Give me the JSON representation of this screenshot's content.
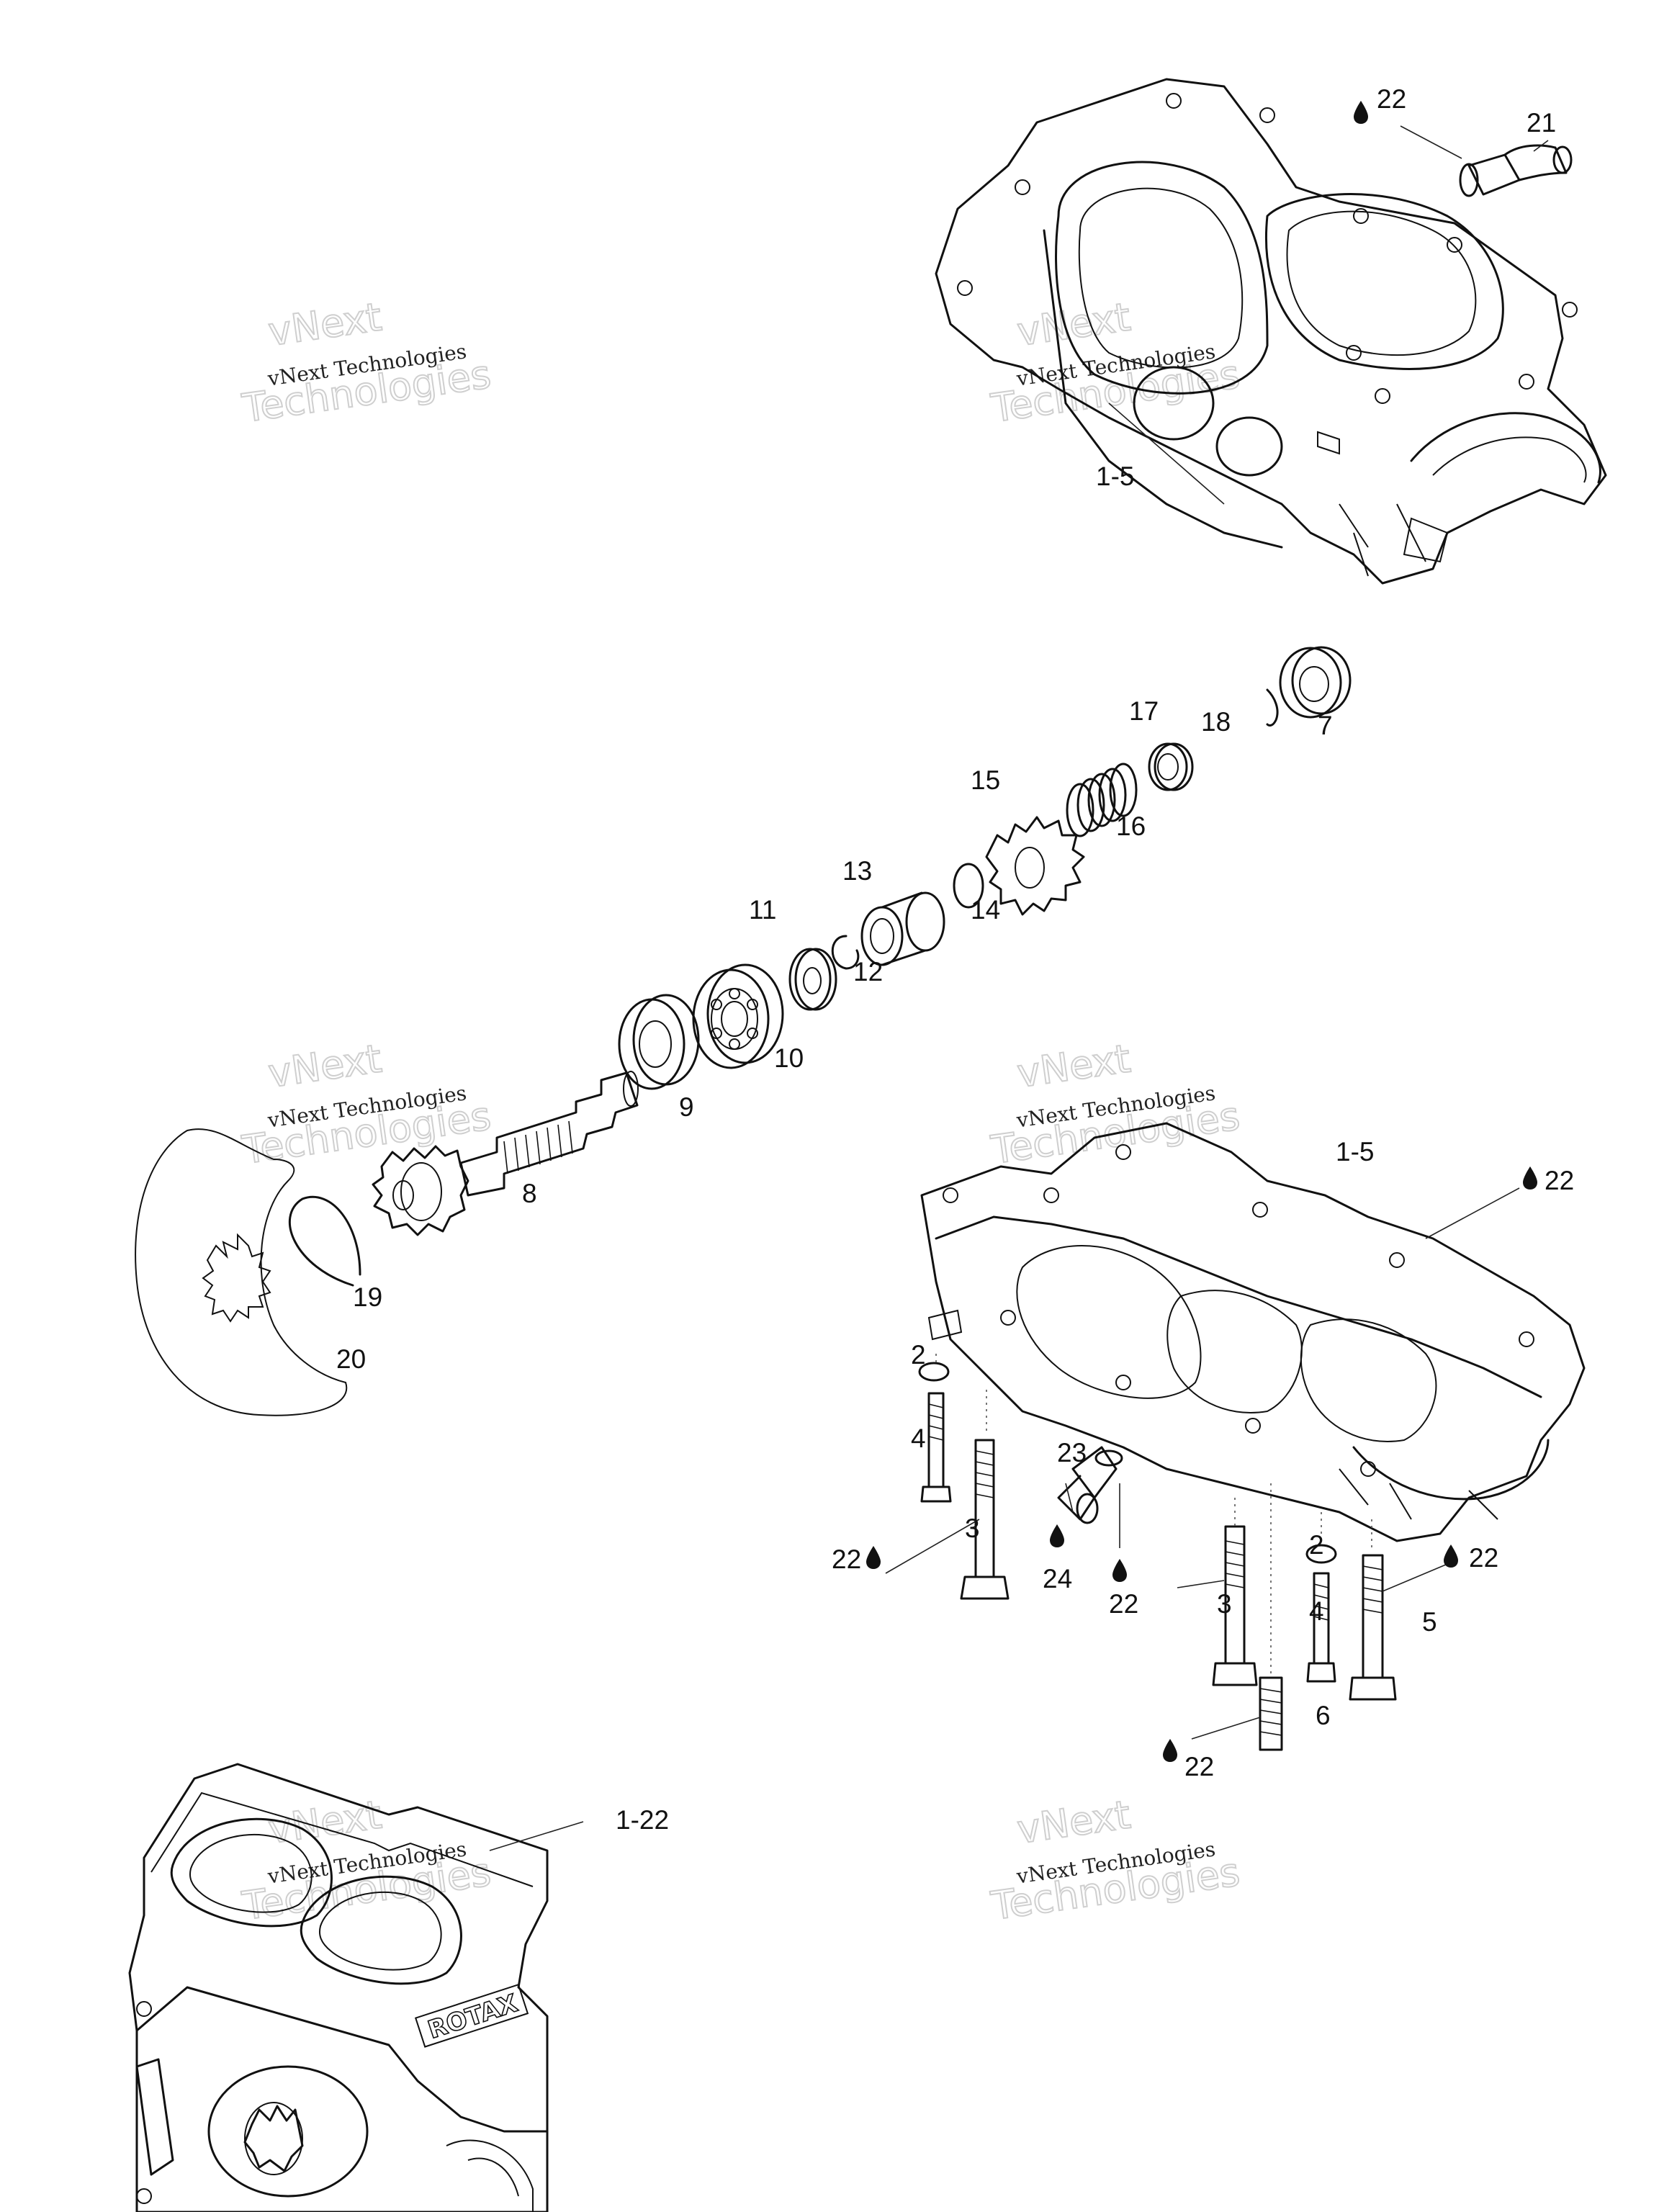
{
  "watermark": {
    "line1": "vNext Technologies",
    "outline_top": "vNext",
    "outline_bottom": "Technologies"
  },
  "labels": {
    "l_1_5_top": "1-5",
    "l_1_5_bot": "1-5",
    "l_1_22": "1-22",
    "l_2a": "2",
    "l_2b": "2",
    "l_3a": "3",
    "l_3b": "3",
    "l_4a": "4",
    "l_4b": "4",
    "l_5": "5",
    "l_6": "6",
    "l_7": "7",
    "l_8": "8",
    "l_9": "9",
    "l_10": "10",
    "l_11": "11",
    "l_12": "12",
    "l_13": "13",
    "l_14": "14",
    "l_15": "15",
    "l_16": "16",
    "l_17": "17",
    "l_18": "18",
    "l_19": "19",
    "l_20": "20",
    "l_21": "21",
    "l_22_top": "22",
    "l_22_case": "22",
    "l_22_left": "22",
    "l_22_mid": "22",
    "l_22_right": "22",
    "l_22_bottom": "22",
    "l_23": "23",
    "l_24": "24"
  },
  "engine_badge": "ROTAX"
}
